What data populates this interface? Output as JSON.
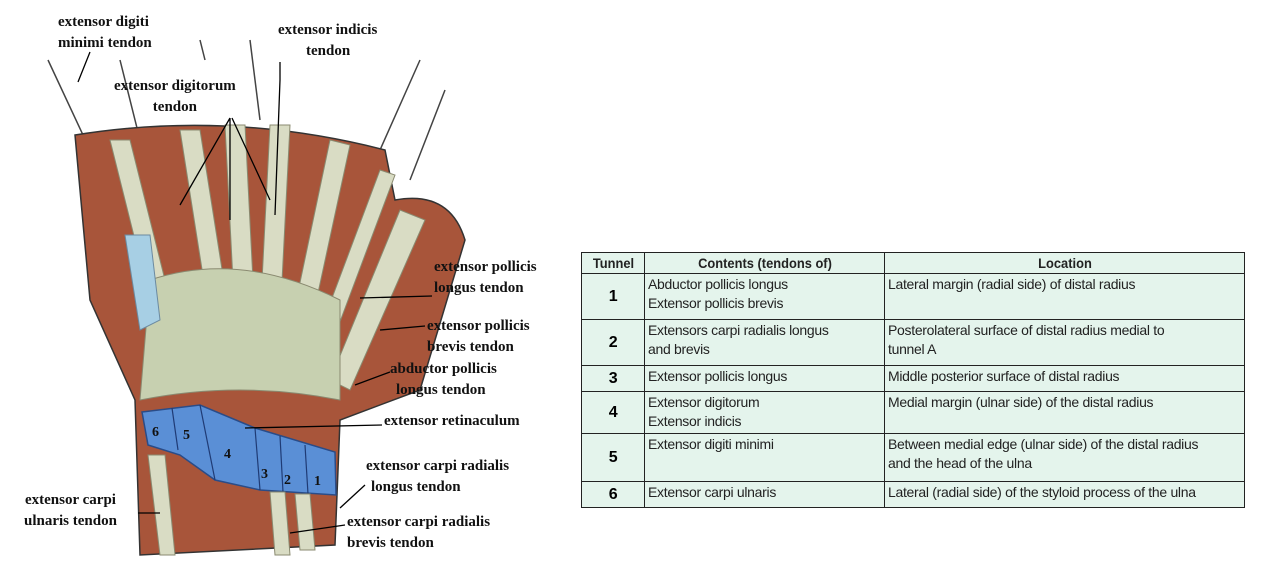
{
  "labels": {
    "edm": [
      "extensor digiti",
      "minimi  tendon"
    ],
    "ei": [
      "extensor indicis",
      "tendon"
    ],
    "ed": [
      "extensor digitorum",
      "tendon"
    ],
    "epl": [
      "extensor pollicis",
      "longus tendon"
    ],
    "epb": [
      "extensor pollicis",
      "brevis tendon"
    ],
    "apl": [
      "abductor pollicis",
      "longus tendon"
    ],
    "ret": [
      "extensor retinaculum"
    ],
    "ecrl": [
      "extensor carpi radialis",
      "longus tendon"
    ],
    "ecu": [
      "extensor carpi",
      "ulnaris tendon"
    ],
    "ecrb": [
      "extensor carpi radialis",
      "brevis tendon"
    ]
  },
  "compartments": [
    "6",
    "5",
    "4",
    "3",
    "2",
    "1"
  ],
  "table": {
    "headers": [
      "Tunnel",
      "Contents (tendons of)",
      "Location"
    ],
    "rows": [
      {
        "tunnel": "1",
        "contents": [
          "Abductor pollicis longus",
          "Extensor pollicis brevis"
        ],
        "location": [
          "Lateral margin (radial side) of distal radius"
        ]
      },
      {
        "tunnel": "2",
        "contents": [
          "Extensors carpi radialis longus",
          "and brevis"
        ],
        "location": [
          "Posterolateral surface of distal radius medial to",
          "tunnel A"
        ]
      },
      {
        "tunnel": "3",
        "contents": [
          "Extensor pollicis longus"
        ],
        "location": [
          "Middle posterior surface of distal radius"
        ]
      },
      {
        "tunnel": "4",
        "contents": [
          "Extensor digitorum",
          "Extensor indicis"
        ],
        "location": [
          "Medial margin (ulnar side) of the distal radius"
        ]
      },
      {
        "tunnel": "5",
        "contents": [
          "Extensor digiti minimi"
        ],
        "location": [
          "Between medial edge (ulnar side) of the distal radius",
          "and the head of the ulna"
        ]
      },
      {
        "tunnel": "6",
        "contents": [
          "Extensor carpi ulnaris"
        ],
        "location": [
          "Lateral (radial side) of the styloid process of the ulna"
        ]
      }
    ]
  },
  "colors": {
    "muscle": "#a8553a",
    "tendon": "#d9dcc4",
    "retinaculum": "#5a8fd6",
    "table_bg": "#e4f4ec"
  }
}
